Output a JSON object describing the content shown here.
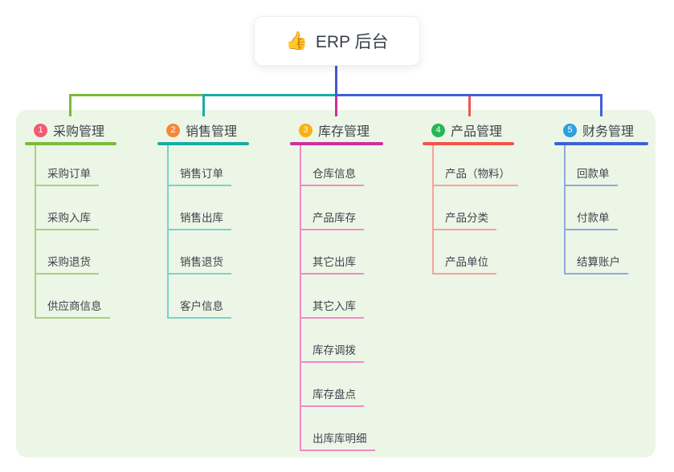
{
  "root": {
    "emoji": "👍",
    "label": "ERP 后台"
  },
  "canvas": {
    "panel_bg": "#ECF6E6",
    "stem_color": "#4757D0"
  },
  "branches": [
    {
      "badge": "1",
      "title": "采购管理",
      "color": "#7CBA3C",
      "light_color": "#A9D07F",
      "badge_color": "#F25B70",
      "children": [
        "采购订单",
        "采购入库",
        "采购退货",
        "供应商信息"
      ]
    },
    {
      "badge": "2",
      "title": "销售管理",
      "color": "#17ADA4",
      "light_color": "#7BD1CA",
      "badge_color": "#F5873B",
      "children": [
        "销售订单",
        "销售出库",
        "销售退货",
        "客户信息"
      ]
    },
    {
      "badge": "3",
      "title": "库存管理",
      "color": "#CE2F9E",
      "light_color": "#F08AC6",
      "badge_color": "#F9B013",
      "children": [
        "仓库信息",
        "产品库存",
        "其它出库",
        "其它入库",
        "库存调拨",
        "库存盘点",
        "出库库明细"
      ]
    },
    {
      "badge": "4",
      "title": "产品管理",
      "color": "#F2544B",
      "light_color": "#F8A29B",
      "badge_color": "#24B853",
      "children": [
        "产品（物料）",
        "产品分类",
        "产品单位"
      ]
    },
    {
      "badge": "5",
      "title": "财务管理",
      "color": "#3E61D8",
      "light_color": "#92A7DE",
      "badge_color": "#2D9FE0",
      "children": [
        "回款单",
        "付款单",
        "结算账户"
      ]
    }
  ]
}
